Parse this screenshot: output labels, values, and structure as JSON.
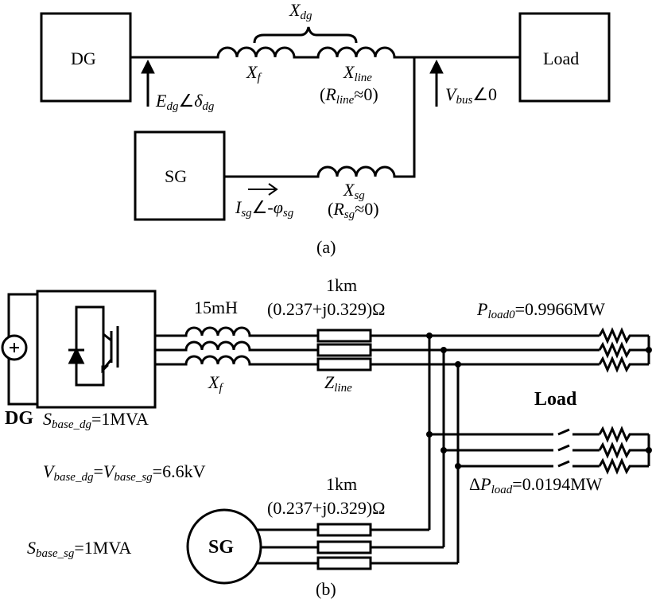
{
  "diagram_a": {
    "dg_box": "DG",
    "load_box": "Load",
    "sg_box": "SG",
    "x_dg": {
      "base": "X",
      "sub": "dg"
    },
    "x_f": {
      "base": "X",
      "sub": "f"
    },
    "x_line": {
      "base": "X",
      "sub": "line"
    },
    "r_line": {
      "open": "(",
      "base": "R",
      "sub": "line",
      "tail": "≈0)"
    },
    "e_dg": {
      "base": "E",
      "sub": "dg",
      "angle": "∠",
      "delta": "δ",
      "delta_sub": "dg"
    },
    "v_bus": {
      "base": "V",
      "sub": "bus",
      "tail": "∠0"
    },
    "i_sg": {
      "base": "I",
      "sub": "sg",
      "angle": "∠",
      "phi": "-φ",
      "phi_sub": "sg"
    },
    "x_sg": {
      "base": "X",
      "sub": "sg"
    },
    "r_sg": {
      "open": "(",
      "base": "R",
      "sub": "sg",
      "tail": "≈0)"
    },
    "caption": "(a)"
  },
  "diagram_b": {
    "dg_label": "DG",
    "s_base_dg": {
      "base": "S",
      "sub": "base_dg",
      "tail": "=1MVA"
    },
    "v_base": {
      "base1": "V",
      "sub1": "base_dg",
      "mid": "=",
      "base2": "V",
      "sub2": "base_sg",
      "tail": "=6.6kV"
    },
    "s_base_sg": {
      "base": "S",
      "sub": "base_sg",
      "tail": "=1MVA"
    },
    "inductance": "15mH",
    "x_f": {
      "base": "X",
      "sub": "f"
    },
    "line1_length": "1km",
    "line1_impedance": "(0.237+j0.329)Ω",
    "z_line": {
      "base": "Z",
      "sub": "line"
    },
    "p_load0": {
      "base": "P",
      "sub": "load0",
      "tail": "=0.9966MW"
    },
    "load_label": "Load",
    "delta_p_load": {
      "delta": "Δ",
      "base": "P",
      "sub": "load",
      "tail": "=0.0194MW"
    },
    "line2_length": "1km",
    "line2_impedance": "(0.237+j0.329)Ω",
    "sg_label": "SG",
    "caption": "(b)"
  }
}
